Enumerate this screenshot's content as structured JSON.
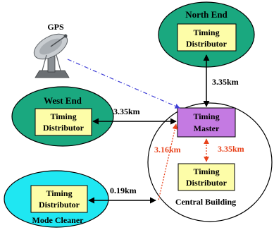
{
  "gps": {
    "label": "GPS"
  },
  "north_end": {
    "label": "North End",
    "box_label_line1": "Timing",
    "box_label_line2": "Distributor"
  },
  "west_end": {
    "label": "West End",
    "box_label_line1": "Timing",
    "box_label_line2": "Distributor"
  },
  "mode_cleaner": {
    "label": "Mode Cleaner",
    "box_label_line1": "Timing",
    "box_label_line2": "Distributor"
  },
  "central_building": {
    "label": "Central Building",
    "master_line1": "Timing",
    "master_line2": "Master",
    "local_line1": "Timing",
    "local_line2": "Distributor"
  },
  "links": {
    "north_distance": "3.35km",
    "west_distance": "3.35km",
    "mode_cleaner_distance": "0.19km",
    "local_distance": "3.35km",
    "fiber_distance": "3.16km"
  },
  "colors": {
    "green_site": "#1aa87f",
    "cyan_site": "#1fe7f2",
    "distributor_box": "#fdfda8",
    "master_box": "#c47ae2",
    "red_label": "#e8431c",
    "gps_link": "#3d3dd6"
  }
}
